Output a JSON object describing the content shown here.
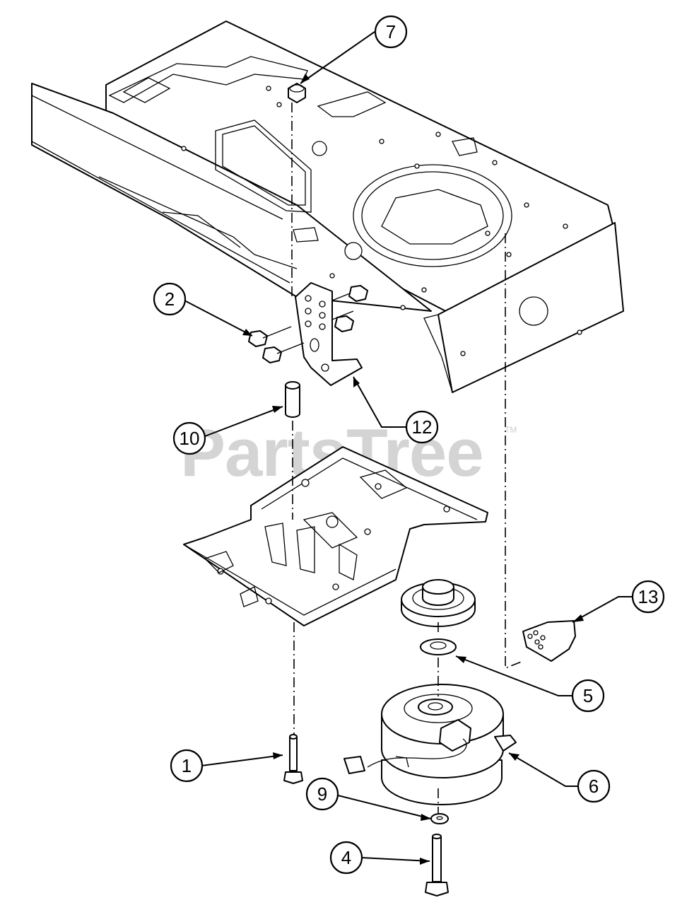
{
  "watermark": {
    "text": "PartsTree",
    "trademark": "TM"
  },
  "callouts": [
    {
      "id": "callout-1",
      "label": "1"
    },
    {
      "id": "callout-2",
      "label": "2"
    },
    {
      "id": "callout-4",
      "label": "4"
    },
    {
      "id": "callout-5",
      "label": "5"
    },
    {
      "id": "callout-6",
      "label": "6"
    },
    {
      "id": "callout-7",
      "label": "7"
    },
    {
      "id": "callout-9",
      "label": "9"
    },
    {
      "id": "callout-10",
      "label": "10"
    },
    {
      "id": "callout-12",
      "label": "12"
    },
    {
      "id": "callout-13",
      "label": "13"
    }
  ]
}
